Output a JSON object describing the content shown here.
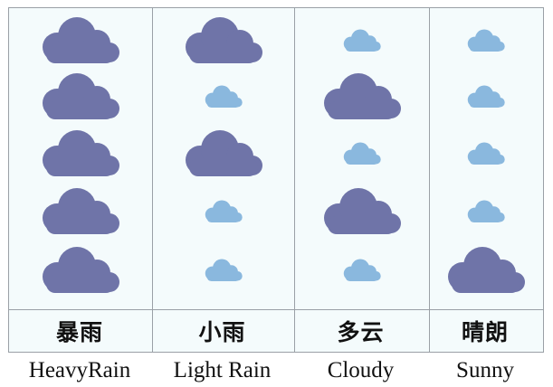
{
  "colors": {
    "large_cloud": "#6f74a8",
    "small_cloud": "#8ab8de",
    "board_background": "#f4fbfc",
    "grid_lines": "#9aa0a6"
  },
  "columns": [
    {
      "label_cn": "暴雨",
      "label_en": "HeavyRain",
      "icons": [
        "large-cloud",
        "large-cloud",
        "large-cloud",
        "large-cloud",
        "large-cloud"
      ]
    },
    {
      "label_cn": "小雨",
      "label_en": "Light Rain",
      "icons": [
        "large-cloud",
        "small-cloud",
        "large-cloud",
        "small-cloud",
        "small-cloud"
      ]
    },
    {
      "label_cn": "多云",
      "label_en": "Cloudy",
      "icons": [
        "small-cloud",
        "large-cloud",
        "small-cloud",
        "large-cloud",
        "small-cloud"
      ]
    },
    {
      "label_cn": "晴朗",
      "label_en": "Sunny",
      "icons": [
        "small-cloud",
        "small-cloud",
        "small-cloud",
        "small-cloud",
        "large-cloud"
      ]
    }
  ]
}
